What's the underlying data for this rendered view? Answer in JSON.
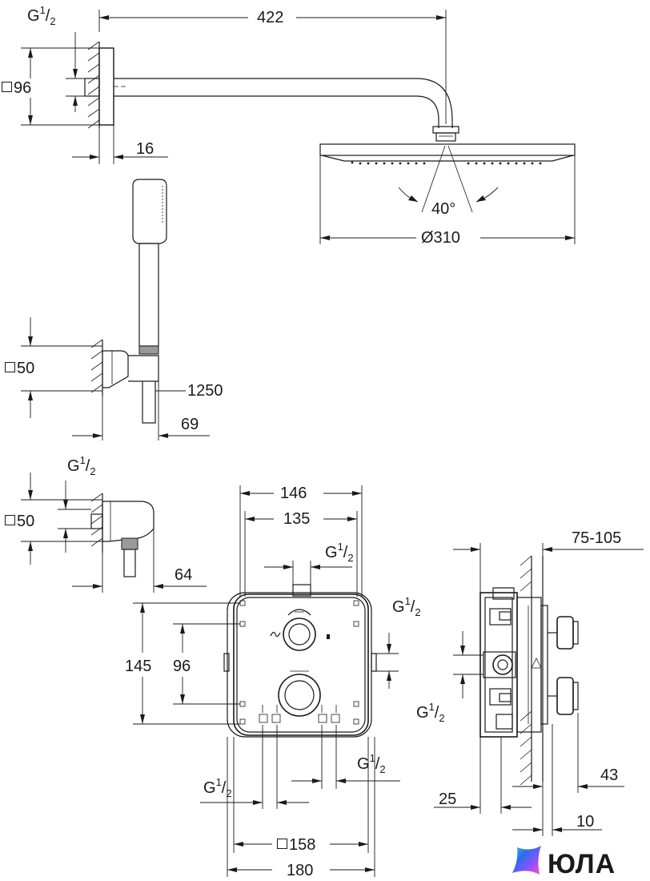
{
  "dimensions": {
    "arm_length": "422",
    "arm_flange": "96",
    "arm_depth": "16",
    "spray_angle": "40°",
    "head_diameter": "Ø310",
    "holder_flange": "50",
    "hose_length": "1250",
    "holder_depth": "69",
    "elbow_flange": "50",
    "elbow_depth": "64",
    "plate_width_outer": "146",
    "plate_width_inner": "135",
    "plate_height": "145",
    "plate_spacing": "96",
    "box_square": "158",
    "box_width": "180",
    "wall_range": "75-105",
    "side_43": "43",
    "side_25": "25",
    "side_10": "10"
  },
  "thread": {
    "letter": "G",
    "num": "1",
    "den": "2"
  },
  "brand": {
    "name": "ЮЛА",
    "colors": [
      "#2b6cf0",
      "#9b4dff",
      "#ff4fa3",
      "#33d1c4"
    ]
  }
}
